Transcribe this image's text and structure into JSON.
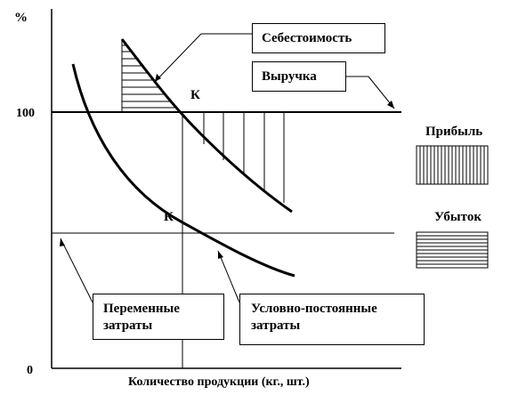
{
  "axes": {
    "y_unit": "%",
    "y_100": "100",
    "y_0": "0",
    "x_label": "Количество продукции (кг., шт.)"
  },
  "labels": {
    "cost": "Себестоимость",
    "revenue": "Выручка",
    "point_k_upper": "К",
    "point_k_lower": "К",
    "variable_line1": "Переменные",
    "variable_line2": "затраты",
    "fixed_line1": "Условно-постоянные",
    "fixed_line2": "затраты"
  },
  "legend": {
    "profit": "Прибыль",
    "loss": "Убыток"
  }
}
